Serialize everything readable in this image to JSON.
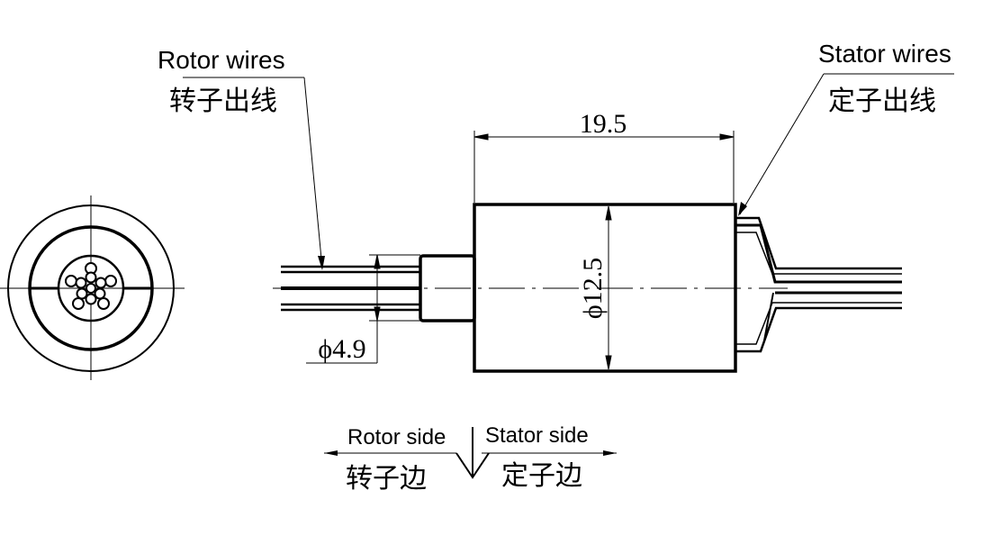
{
  "labels": {
    "rotor_wires_en": "Rotor wires",
    "rotor_wires_cn": "转子出线",
    "stator_wires_en": "Stator wires",
    "stator_wires_cn": "定子出线",
    "rotor_side_en": "Rotor side",
    "rotor_side_cn": "转子边",
    "stator_side_en": "Stator side",
    "stator_side_cn": "定子边"
  },
  "dimensions": {
    "body_length": "19.5",
    "body_diameter": "ϕ12.5",
    "shaft_diameter": "ϕ4.9"
  },
  "colors": {
    "line": "#000000",
    "background": "#ffffff"
  }
}
